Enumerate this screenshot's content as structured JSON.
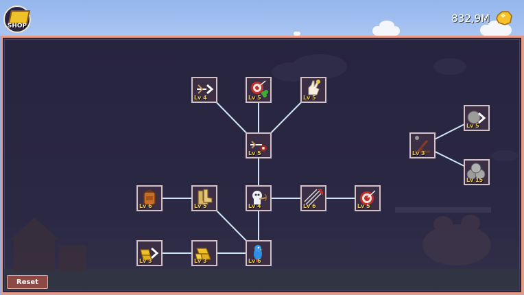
{
  "header": {
    "shop_label": "SHOP",
    "gold_amount": "832,9M"
  },
  "skill_tree": {
    "nodes": [
      {
        "id": "arrow-range",
        "level": "Lv 4",
        "icon": "arrow-forward-icon"
      },
      {
        "id": "target-clover",
        "level": "Lv 5",
        "icon": "target-clover-icon"
      },
      {
        "id": "hand-sign",
        "level": "Lv 5",
        "icon": "hand-sign-icon"
      },
      {
        "id": "arrow-target",
        "level": "Lv 5",
        "icon": "arrow-target-icon"
      },
      {
        "id": "backpack",
        "level": "Lv 6",
        "icon": "backpack-icon"
      },
      {
        "id": "boots",
        "level": "Lv 5",
        "icon": "boots-icon"
      },
      {
        "id": "ghost-archer",
        "level": "Lv 4",
        "icon": "ghost-archer-icon"
      },
      {
        "id": "triple-arrows",
        "level": "Lv 6",
        "icon": "triple-arrows-icon"
      },
      {
        "id": "target",
        "level": "Lv 5",
        "icon": "target-icon"
      },
      {
        "id": "gold-forward",
        "level": "Lv 3",
        "icon": "gold-bar-forward-icon"
      },
      {
        "id": "gold-bars",
        "level": "Lv 3",
        "icon": "gold-bars-icon"
      },
      {
        "id": "blue-bird",
        "level": "Lv 6",
        "icon": "blue-bird-icon"
      },
      {
        "id": "catapult",
        "level": "Lv 3",
        "icon": "catapult-icon"
      },
      {
        "id": "rock-forward",
        "level": "Lv 5",
        "icon": "rock-forward-icon"
      },
      {
        "id": "rocks",
        "level": "Lv 15",
        "icon": "rocks-icon"
      }
    ]
  },
  "footer": {
    "reset_label": "Reset"
  },
  "colors": {
    "panel_bg": "#25233f",
    "panel_border": "#e89a85",
    "edge": "#cfe6f4",
    "level_text": "#e8c84a"
  }
}
